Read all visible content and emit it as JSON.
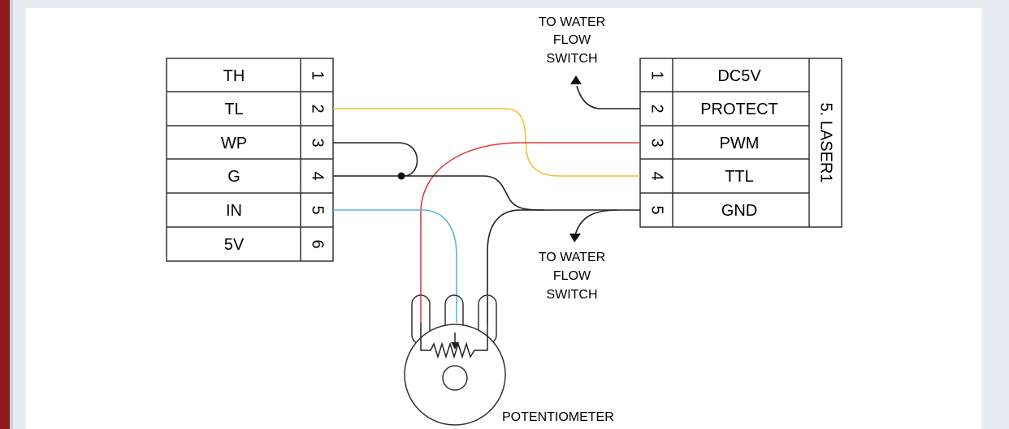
{
  "left_connector": {
    "labels": [
      "TH",
      "TL",
      "WP",
      "G",
      "IN",
      "5V"
    ],
    "pins": [
      "1",
      "2",
      "3",
      "4",
      "5",
      "6"
    ]
  },
  "laser_connector": {
    "pins": [
      "1",
      "2",
      "3",
      "4",
      "5"
    ],
    "labels": [
      "DC5V",
      "PROTECT",
      "PWM",
      "TTL",
      "GND"
    ],
    "title": "5. LASER1"
  },
  "annotations": {
    "water_flow_top": [
      "TO WATER",
      "FLOW",
      "SWITCH"
    ],
    "water_flow_bottom": [
      "TO WATER",
      "FLOW",
      "SWITCH"
    ],
    "potentiometer": "POTENTIOMETER"
  },
  "colors": {
    "yellow_wire": "#f2c233",
    "red_wire": "#e04040",
    "blue_wire": "#5ab4e6",
    "black_wire": "#222222"
  }
}
